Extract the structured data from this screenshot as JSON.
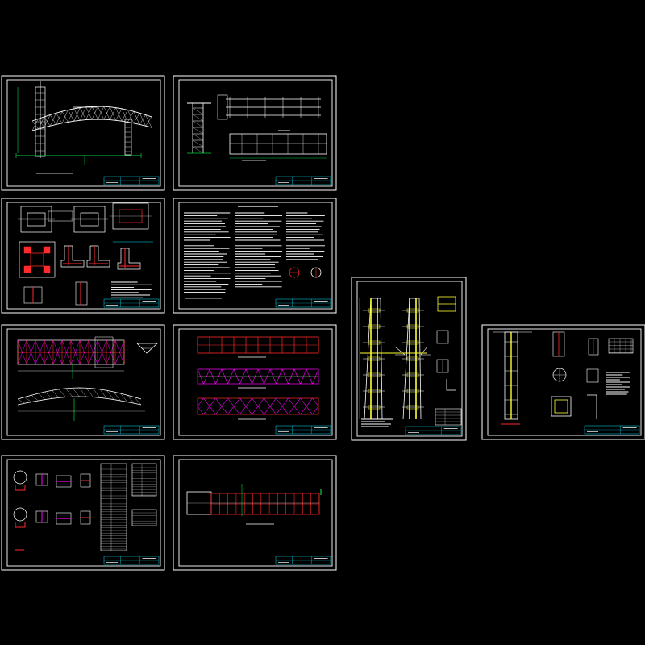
{
  "canvas": {
    "background": "#000000"
  },
  "colors": {
    "border": "#ffffff",
    "cyan": "#00e5ff",
    "green": "#00d040",
    "red": "#ff2a2a",
    "magenta": "#ff00ff",
    "yellow": "#ffff33",
    "white": "#ffffff",
    "gray": "#bfbfbf"
  },
  "sheets": [
    {
      "id": "sheet-1",
      "content": "elevation-truss-canopy"
    },
    {
      "id": "sheet-2",
      "content": "column-and-roof-detail"
    },
    {
      "id": "sheet-3",
      "content": "foundation-details"
    },
    {
      "id": "sheet-4",
      "content": "design-notes-text"
    },
    {
      "id": "sheet-5",
      "content": "truss-plan-and-elevation"
    },
    {
      "id": "sheet-6",
      "content": "truss-layout-plans"
    },
    {
      "id": "sheet-7",
      "content": "column-tower-elevations"
    },
    {
      "id": "sheet-8",
      "content": "tower-section-details"
    },
    {
      "id": "sheet-9",
      "content": "joint-details-and-tables"
    },
    {
      "id": "sheet-10",
      "content": "roof-grid-plan"
    }
  ]
}
